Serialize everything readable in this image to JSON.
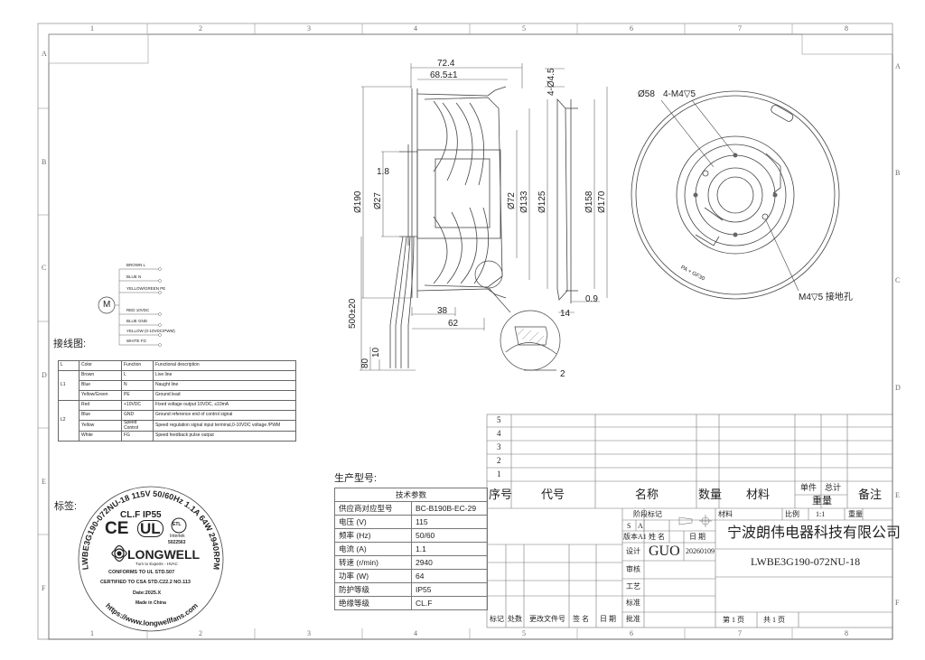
{
  "frame": {
    "cols_top": [
      "1",
      "2",
      "3",
      "4",
      "5",
      "6",
      "7",
      "8"
    ],
    "cols_bottom": [
      "1",
      "2",
      "3",
      "4",
      "5",
      "6",
      "7",
      "8"
    ],
    "rows_left": [
      "A",
      "B",
      "C",
      "D",
      "E",
      "F"
    ],
    "rows_right": [
      "A",
      "B",
      "C",
      "D",
      "E",
      "F"
    ]
  },
  "dims": {
    "d72_4": "72.4",
    "d68_5": "68.5±1",
    "d4_45": "4-Ø4.5",
    "d1_8": "1.8",
    "d190": "Ø190",
    "d27": "Ø27",
    "d72": "Ø72",
    "d133": "Ø133",
    "d125": "Ø125",
    "d158": "Ø158",
    "d170": "Ø170",
    "d500": "500±20",
    "d38": "38",
    "d62": "62",
    "d14": "14",
    "d0_9": "0.9",
    "d80": "80",
    "d10": "10",
    "d2": "2",
    "d58": "Ø58",
    "m4": "4-M4▽5",
    "m4g": "M4▽5  接地孔",
    "rotation_label": "PA + GF30"
  },
  "wiring": {
    "title": "接线图:",
    "motor": "M",
    "group1": [
      "BROWN  L",
      "BLUE  N",
      "YELLOW/GREEN  PE"
    ],
    "group2": [
      "RED  10VDC",
      "BLUE  GND",
      "YELLOW  (0-10VDC/PWM)",
      "WHITE  FG"
    ],
    "headers": [
      "L",
      "Color",
      "Function",
      "Functional description"
    ],
    "rows": [
      {
        "l": "L1",
        "color": "Brown",
        "func": "L",
        "desc": "Live line"
      },
      {
        "l": "",
        "color": "Blue",
        "func": "N",
        "desc": "Naught line"
      },
      {
        "l": "",
        "color": "Yellow/Green",
        "func": "PE",
        "desc": "Ground lead"
      },
      {
        "l": "L2",
        "color": "Red",
        "func": "+10VDC",
        "desc": "Fixed voltage output 10VDC, ≤10mA"
      },
      {
        "l": "",
        "color": "Blue",
        "func": "GND",
        "desc": "Ground reference end of control signal"
      },
      {
        "l": "",
        "color": "Yellow",
        "func": "Speed Control",
        "desc": "Speed regulation signal input terminal,0-10VDC voltage /PWM"
      },
      {
        "l": "",
        "color": "White",
        "func": "FG",
        "desc": "Speed feedback pulse output"
      }
    ]
  },
  "label": {
    "title": "标签:",
    "arc_top": "LWBE3G190-072NU-18 115V 50/60Hz 1.1A 64W 2940RPM",
    "class": "CL.F  IP55",
    "ce": "CE",
    "ul": "UL",
    "etl": "ETL",
    "intertek": "Intertek",
    "cert_no": "5022563",
    "brand": "LONGWELL",
    "tagline": "Turn to Experts - HVAC",
    "line1": "CONFORMS TO UL STD.507",
    "line2": "CERTIFIED TO CSA STD.C22.2 NO.113",
    "date": "Date:2025.X",
    "made": "Made in China",
    "url": "https://www.longwellfans.com"
  },
  "production": {
    "title": "生产型号:",
    "header": "技术参数",
    "rows": [
      {
        "k": "供应商对应型号",
        "v": "BC-B190B-EC-29"
      },
      {
        "k": "电压 (V)",
        "v": "115"
      },
      {
        "k": "频率 (Hz)",
        "v": "50/60"
      },
      {
        "k": "电流  (A)",
        "v": "1.1"
      },
      {
        "k": "转速  (r/min)",
        "v": "2940"
      },
      {
        "k": "功率  (W)",
        "v": "64"
      },
      {
        "k": "防护等级",
        "v": "IP55"
      },
      {
        "k": "绝缘等级",
        "v": "CL.F"
      }
    ]
  },
  "titleblock": {
    "rows": [
      "5",
      "4",
      "3",
      "2",
      "1"
    ],
    "h_seq": "序号",
    "h_code": "代号",
    "h_name": "名称",
    "h_qty": "数量",
    "h_mat": "材料",
    "h_single": "单件",
    "h_total": "总计",
    "h_weight": "重量",
    "h_remark": "备注",
    "stage": "阶段标记",
    "s": "S",
    "a": "A",
    "version": "版本A1",
    "name": "姓 名",
    "date_h": "日 期",
    "design": "设计",
    "designer": "GUO",
    "design_date": "20260109",
    "review": "审核",
    "process": "工艺",
    "standard": "标准",
    "approve": "批准",
    "material": "材料",
    "scale_h": "比例",
    "scale": "1:1",
    "weight_h": "重量",
    "company": "宁波朗伟电器科技有限公司",
    "model": "LWBE3G190-072NU-18",
    "sheet": "第 1 页",
    "total_pages": "共 1 页",
    "rev_cols": [
      "标记",
      "处数",
      "更改文件号",
      "签 名",
      "日 期"
    ]
  }
}
